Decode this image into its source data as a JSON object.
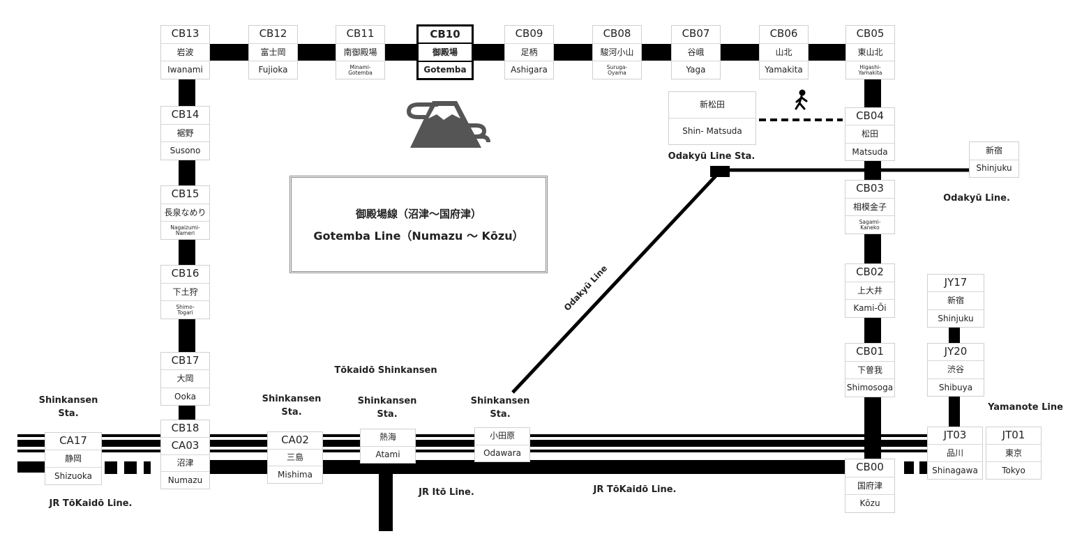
{
  "title": {
    "jp": "御殿場線（沼津〜国府津）",
    "en": "Gotemba Line（Numazu ～ Kōzu）"
  },
  "stations": {
    "CB13": {
      "code": "CB13",
      "jp": "岩波",
      "en": "Iwanami"
    },
    "CB12": {
      "code": "CB12",
      "jp": "富士岡",
      "en": "Fujioka"
    },
    "CB11": {
      "code": "CB11",
      "jp": "南御殿場",
      "en": "Minami-\nGotemba"
    },
    "CB10": {
      "code": "CB10",
      "jp": "御殿場",
      "en": "Gotemba"
    },
    "CB09": {
      "code": "CB09",
      "jp": "足柄",
      "en": "Ashigara"
    },
    "CB08": {
      "code": "CB08",
      "jp": "駿河小山",
      "en": "Suruga-\nOyama"
    },
    "CB07": {
      "code": "CB07",
      "jp": "谷峨",
      "en": "Yaga"
    },
    "CB06": {
      "code": "CB06",
      "jp": "山北",
      "en": "Yamakita"
    },
    "CB05": {
      "code": "CB05",
      "jp": "東山北",
      "en": "Higashi-\nYamakita"
    },
    "CB14": {
      "code": "CB14",
      "jp": "裾野",
      "en": "Susono"
    },
    "CB15": {
      "code": "CB15",
      "jp": "長泉なめり",
      "en": "Nagaizumi-\nNameri"
    },
    "CB16": {
      "code": "CB16",
      "jp": "下土狩",
      "en": "Shimo-\nTogari"
    },
    "CB17": {
      "code": "CB17",
      "jp": "大岡",
      "en": "Ooka"
    },
    "CB18": {
      "code": "CB18",
      "code2": "CA03",
      "jp": "沼津",
      "en": "Numazu"
    },
    "CB04": {
      "code": "CB04",
      "jp": "松田",
      "en": "Matsuda"
    },
    "CB03": {
      "code": "CB03",
      "jp": "相模金子",
      "en": "Sagami-\nKaneko"
    },
    "CB02": {
      "code": "CB02",
      "jp": "上大井",
      "en": "Kami-Ōi"
    },
    "CB01": {
      "code": "CB01",
      "jp": "下曽我",
      "en": "Shimosoga"
    },
    "CB00": {
      "code": "CB00",
      "jp": "国府津",
      "en": "Kōzu"
    },
    "ShinMatsuda": {
      "jp": "新松田",
      "en": "Shin- Matsuda"
    },
    "OdakyuShinjuku": {
      "jp": "新宿",
      "en": "Shinjuku"
    },
    "JY17": {
      "code": "JY17",
      "jp": "新宿",
      "en": "Shinjuku"
    },
    "JY20": {
      "code": "JY20",
      "jp": "渋谷",
      "en": "Shibuya"
    },
    "JT03": {
      "code": "JT03",
      "jp": "品川",
      "en": "Shinagawa"
    },
    "JT01": {
      "code": "JT01",
      "jp": "東京",
      "en": "Tokyo"
    },
    "CA17": {
      "code": "CA17",
      "jp": "静岡",
      "en": "Shizuoka"
    },
    "CA02": {
      "code": "CA02",
      "jp": "三島",
      "en": "Mishima"
    },
    "Atami": {
      "jp": "熱海",
      "en": "Atami"
    },
    "Odawara": {
      "jp": "小田原",
      "en": "Odawara"
    }
  },
  "labels": {
    "shinkansen_sta": "Shinkansen\nSta.",
    "tokaido_shinkansen": "Tōkaidō Shinkansen",
    "jr_tokaido": "JR TōKaidō Line.",
    "jr_ito": "JR Itō Line.",
    "yamanote": "Yamanote Line",
    "odakyu_sta": "Odakyū Line Sta.",
    "odakyu_line_east": "Odakyū Line.",
    "odakyu_line_diag": "Odakyū Line"
  },
  "icons": {
    "fuji": "mount-fuji-icon",
    "walk": "walking-person-icon"
  },
  "colors": {
    "line": "#000000",
    "icon": "#555555",
    "box_border": "#cfcfcf"
  }
}
